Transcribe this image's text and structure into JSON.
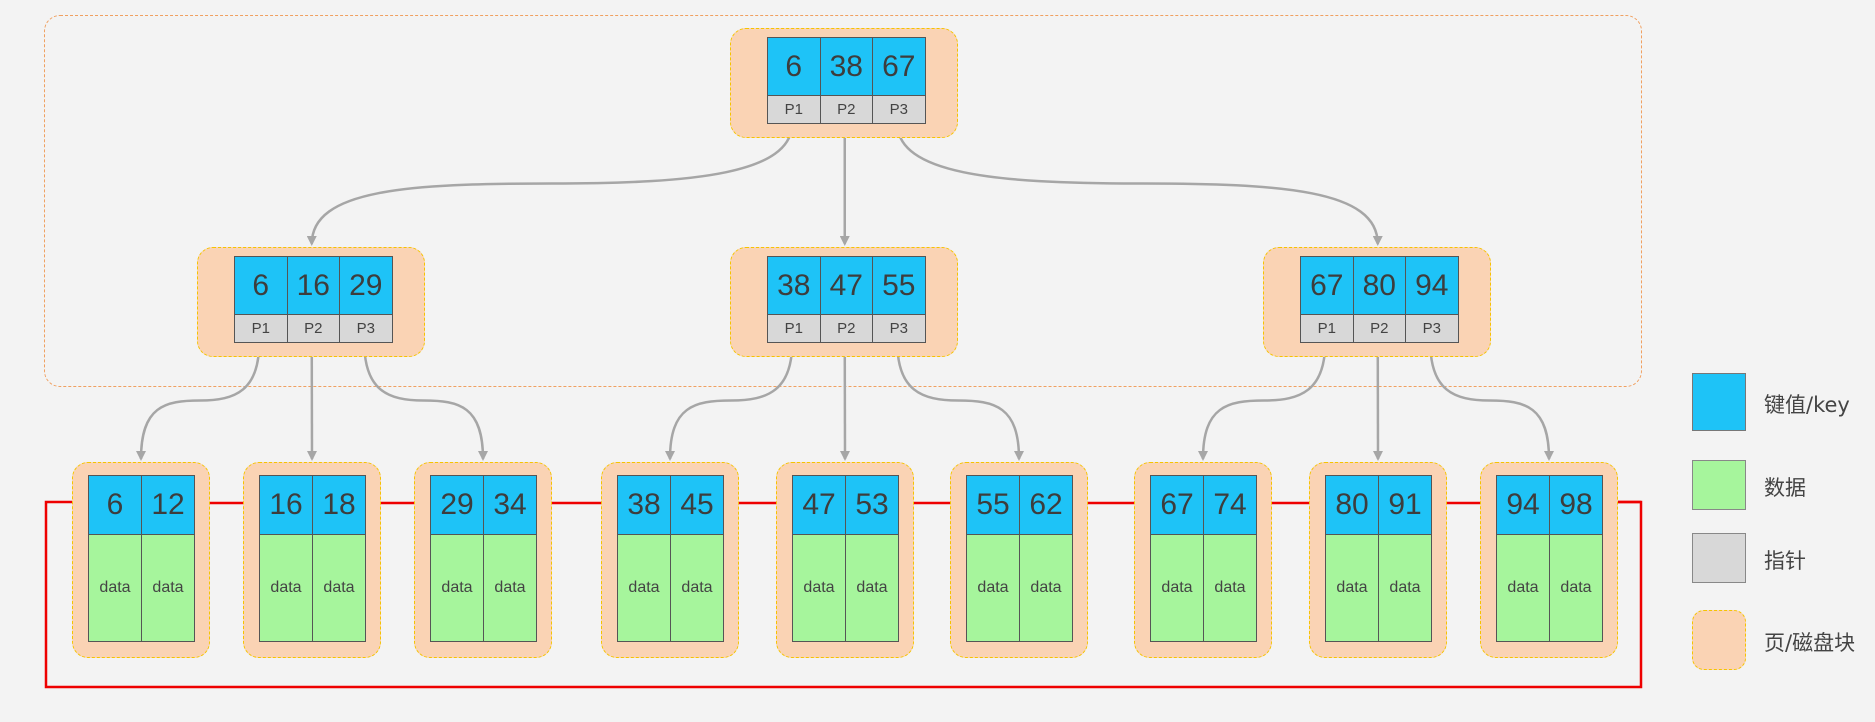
{
  "tree": {
    "root": {
      "keys": [
        "6",
        "38",
        "67"
      ],
      "pointers": [
        "P1",
        "P2",
        "P3"
      ]
    },
    "internal": [
      {
        "keys": [
          "6",
          "16",
          "29"
        ],
        "pointers": [
          "P1",
          "P2",
          "P3"
        ]
      },
      {
        "keys": [
          "38",
          "47",
          "55"
        ],
        "pointers": [
          "P1",
          "P2",
          "P3"
        ]
      },
      {
        "keys": [
          "67",
          "80",
          "94"
        ],
        "pointers": [
          "P1",
          "P2",
          "P3"
        ]
      }
    ],
    "leaves": [
      {
        "keys": [
          "6",
          "12"
        ],
        "data": [
          "data",
          "data"
        ]
      },
      {
        "keys": [
          "16",
          "18"
        ],
        "data": [
          "data",
          "data"
        ]
      },
      {
        "keys": [
          "29",
          "34"
        ],
        "data": [
          "data",
          "data"
        ]
      },
      {
        "keys": [
          "38",
          "45"
        ],
        "data": [
          "data",
          "data"
        ]
      },
      {
        "keys": [
          "47",
          "53"
        ],
        "data": [
          "data",
          "data"
        ]
      },
      {
        "keys": [
          "55",
          "62"
        ],
        "data": [
          "data",
          "data"
        ]
      },
      {
        "keys": [
          "67",
          "74"
        ],
        "data": [
          "data",
          "data"
        ]
      },
      {
        "keys": [
          "80",
          "91"
        ],
        "data": [
          "data",
          "data"
        ]
      },
      {
        "keys": [
          "94",
          "98"
        ],
        "data": [
          "data",
          "data"
        ]
      }
    ]
  },
  "legend": {
    "items": [
      {
        "label": "键值/key",
        "kind": "key"
      },
      {
        "label": "数据",
        "kind": "data"
      },
      {
        "label": "指针",
        "kind": "pointer"
      },
      {
        "label": "页/磁盘块",
        "kind": "page"
      }
    ]
  },
  "colors": {
    "key": "#1ec3f7",
    "data": "#a6f59c",
    "pointer": "#d8d8d8",
    "page": "#fad3b4",
    "page_border": "#f5c400",
    "cluster_border": "#f0a060",
    "tree_link": "#a6a6a6",
    "leaf_link": "#ee0000"
  }
}
